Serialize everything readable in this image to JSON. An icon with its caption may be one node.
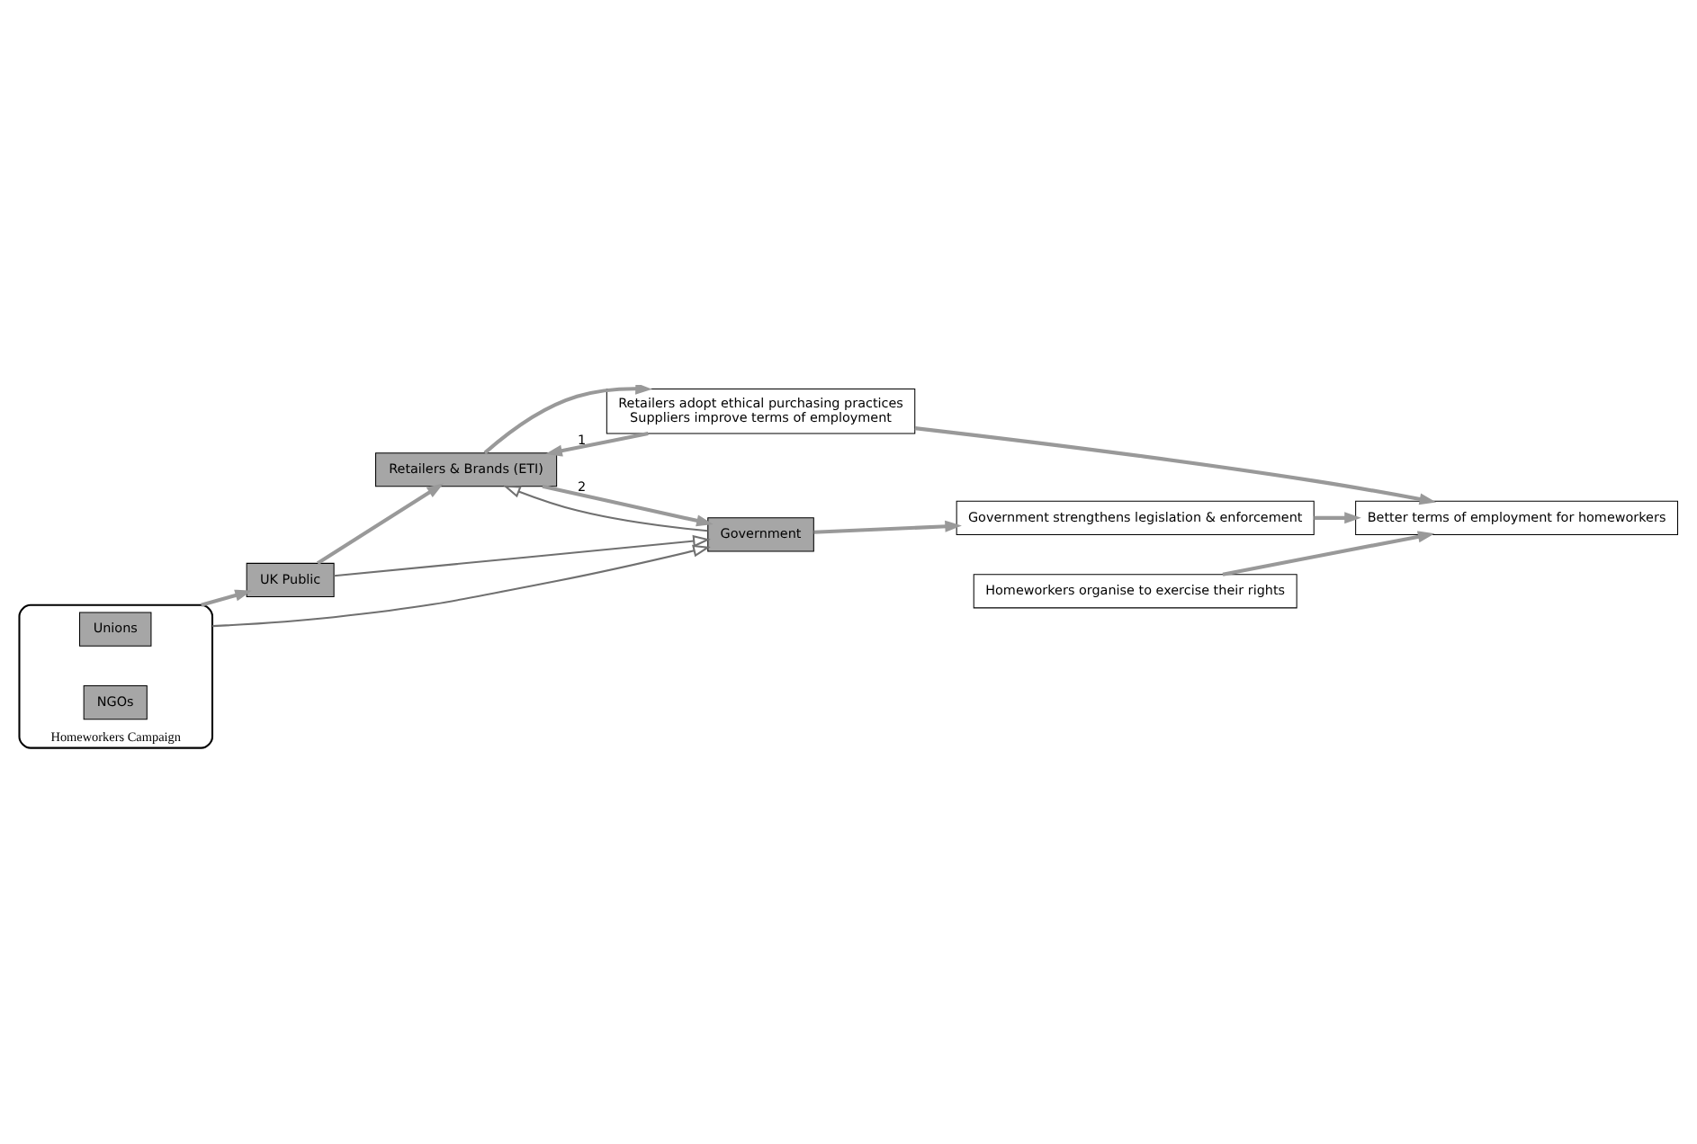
{
  "diagram": {
    "nodes": [
      {
        "text": [
          "UK Public"
        ]
      },
      {
        "text": [
          "Retailers & Brands (ETI)"
        ]
      },
      {
        "text": [
          "Retailers adopt ethical purchasing practices",
          "Suppliers improve terms of employment"
        ]
      },
      {
        "text": [
          "Government"
        ]
      },
      {
        "text": [
          "Government strengthens legislation & enforcement"
        ]
      },
      {
        "text": [
          "Homeworkers Campaign"
        ]
      },
      {
        "text": [
          "Unions"
        ],
        "in": 5
      },
      {
        "text": [
          "NGOs"
        ],
        "in": 5
      },
      {
        "text": [
          "Homeworkers organise to exercise their rights"
        ]
      },
      {
        "text": [
          "Better terms of employment for homeworkers"
        ]
      }
    ],
    "edges": [
      {
        "from": 5,
        "to": 0,
        "arrow": "to"
      },
      {
        "from": 0,
        "to": 1,
        "arrow": "to"
      },
      {
        "from": 0,
        "to": 3,
        "arrow": "to",
        "color": "#707070"
      },
      {
        "from": 5,
        "to": 3,
        "arrow": "to",
        "color": "#707070"
      },
      {
        "from": 3,
        "to": 1,
        "arrow": "to",
        "color": "#707070"
      },
      {
        "from": 1,
        "to": 2,
        "arrow": "to"
      },
      {
        "from": 2,
        "to": 1,
        "arrow": "to",
        "label": "1"
      },
      {
        "from": 1,
        "to": 3,
        "arrow": "to",
        "label": "2"
      },
      {
        "from": 3,
        "to": 4,
        "arrow": "to"
      },
      {
        "from": 4,
        "to": 9,
        "arrow": "to"
      },
      {
        "from": 2,
        "to": 9,
        "arrow": "to"
      },
      {
        "from": 8,
        "to": 9,
        "arrow": "to"
      }
    ]
  }
}
